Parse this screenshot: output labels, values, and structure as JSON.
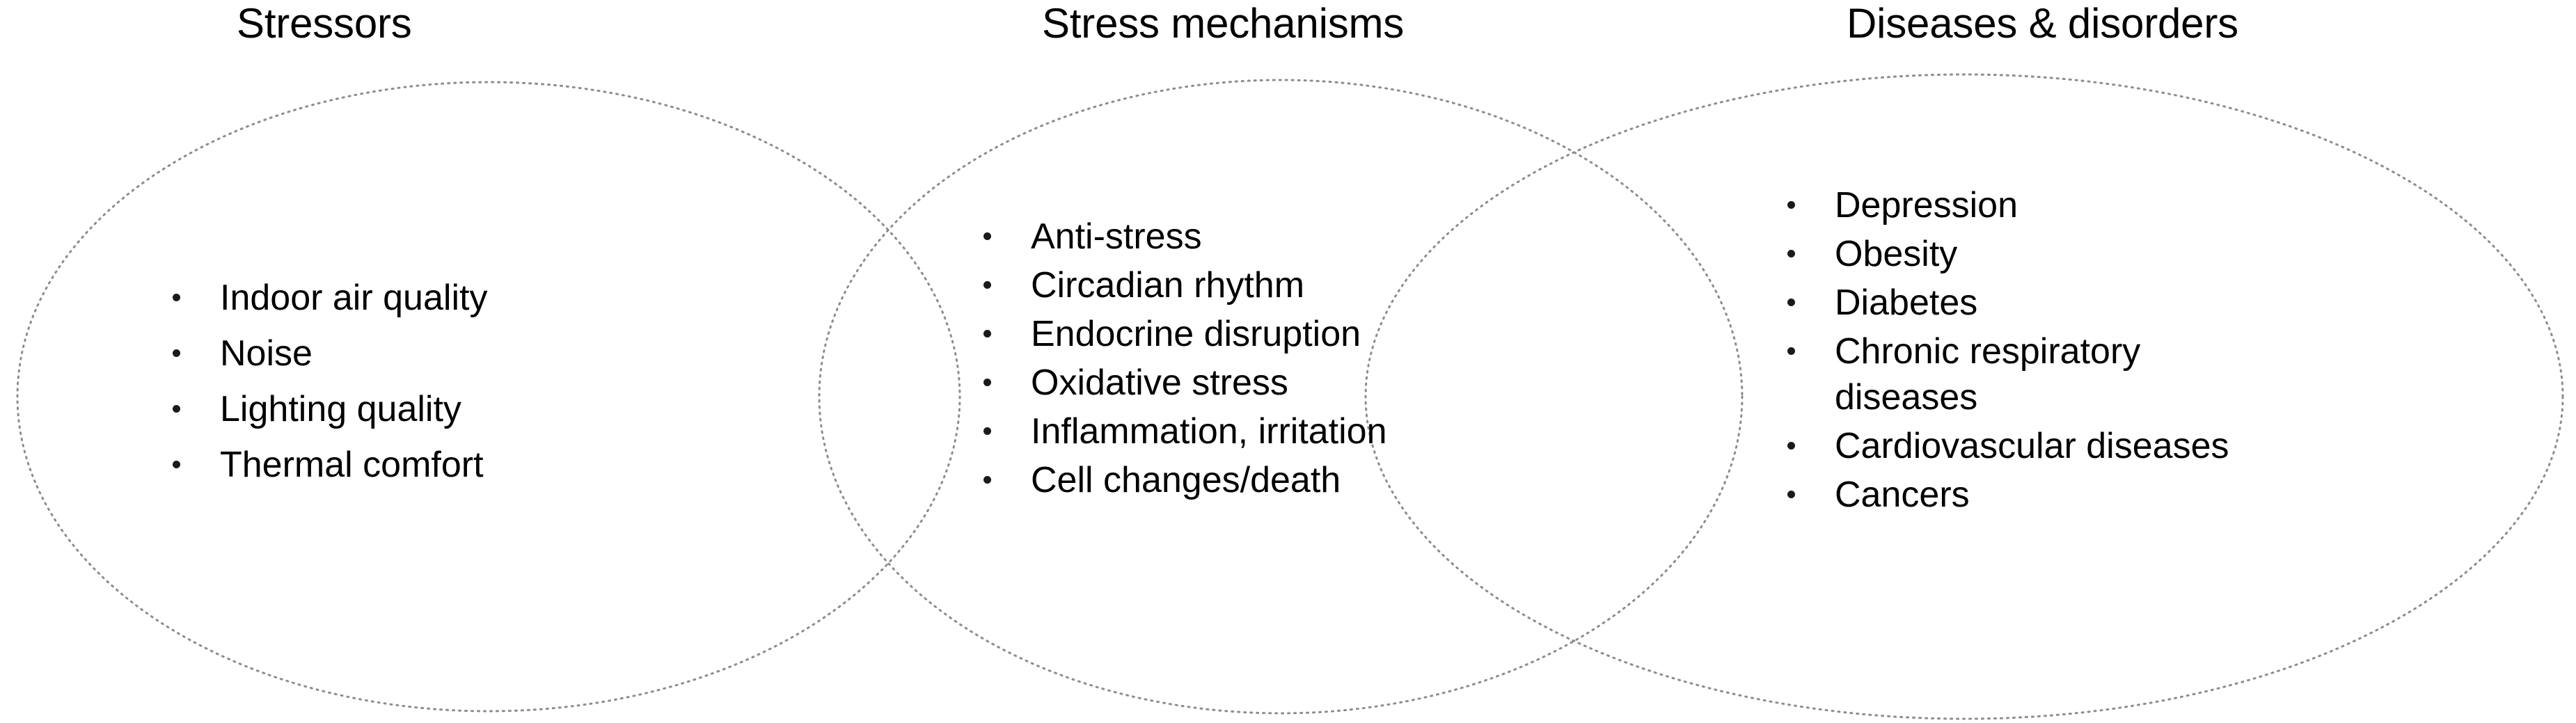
{
  "diagram": {
    "type": "venn-three-overlapping-ellipses",
    "background_color": "#ffffff",
    "outline_color": "#808080",
    "outline_style": "dotted",
    "text_color": "#000000",
    "groups": [
      {
        "id": "stressors",
        "title": "Stressors",
        "items": [
          "Indoor air quality",
          "Noise",
          "Lighting quality",
          "Thermal comfort"
        ]
      },
      {
        "id": "mechanisms",
        "title": "Stress mechanisms",
        "items": [
          "Anti-stress",
          "Circadian rhythm",
          "Endocrine disruption",
          "Oxidative stress",
          "Inflammation, irritation",
          "Cell changes/death"
        ]
      },
      {
        "id": "diseases",
        "title": "Diseases & disorders",
        "items": [
          "Depression",
          "Obesity",
          "Diabetes",
          "Chronic respiratory diseases",
          "Cardiovascular diseases",
          "Cancers"
        ]
      }
    ]
  }
}
